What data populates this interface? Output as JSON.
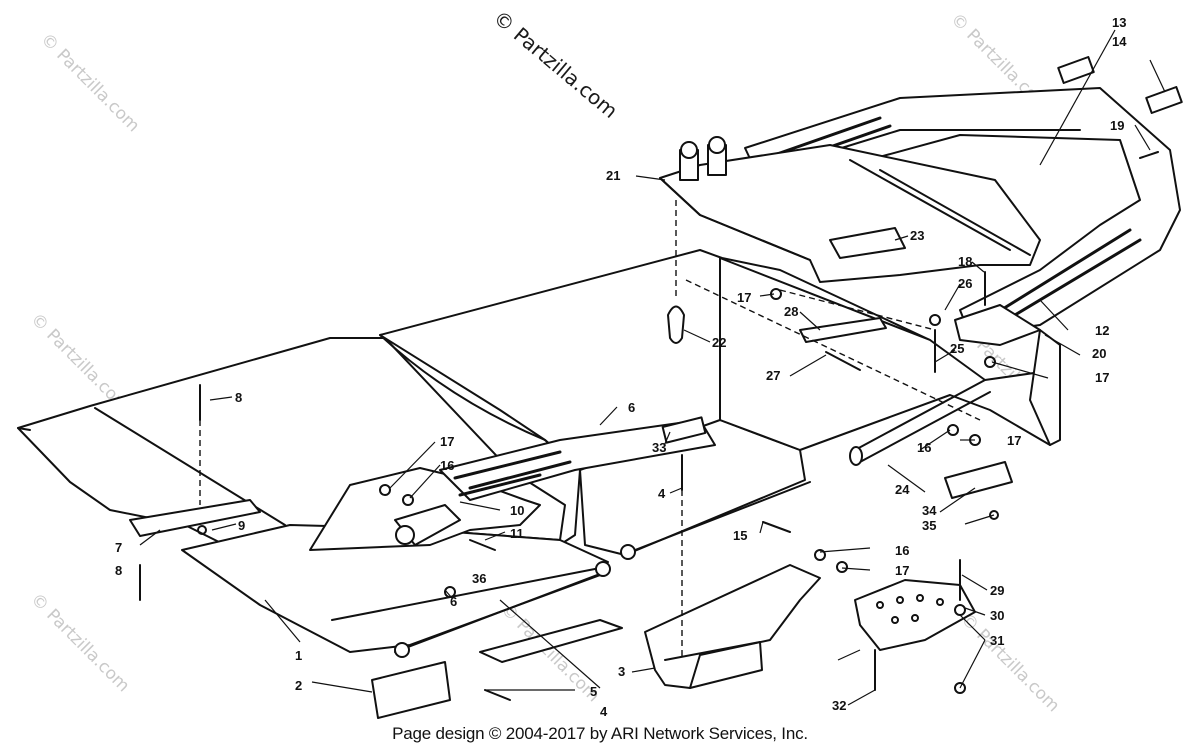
{
  "diagram": {
    "top_watermark": "© Partzilla.com",
    "watermark_text": "© Partzilla.com",
    "footer": "Page design © 2004-2017 by ARI Network Services, Inc.",
    "callouts": [
      "1",
      "2",
      "3",
      "4",
      "4",
      "5",
      "6",
      "6",
      "7",
      "8",
      "8",
      "9",
      "10",
      "11",
      "12",
      "13",
      "14",
      "15",
      "16",
      "16",
      "16",
      "17",
      "17",
      "17",
      "17",
      "17",
      "18",
      "19",
      "20",
      "21",
      "22",
      "23",
      "24",
      "25",
      "26",
      "27",
      "28",
      "29",
      "30",
      "31",
      "32",
      "33",
      "34",
      "35",
      "36"
    ]
  },
  "colors": {
    "ink": "#111111",
    "paper": "#ffffff",
    "watermark": "#c9c9c9"
  }
}
